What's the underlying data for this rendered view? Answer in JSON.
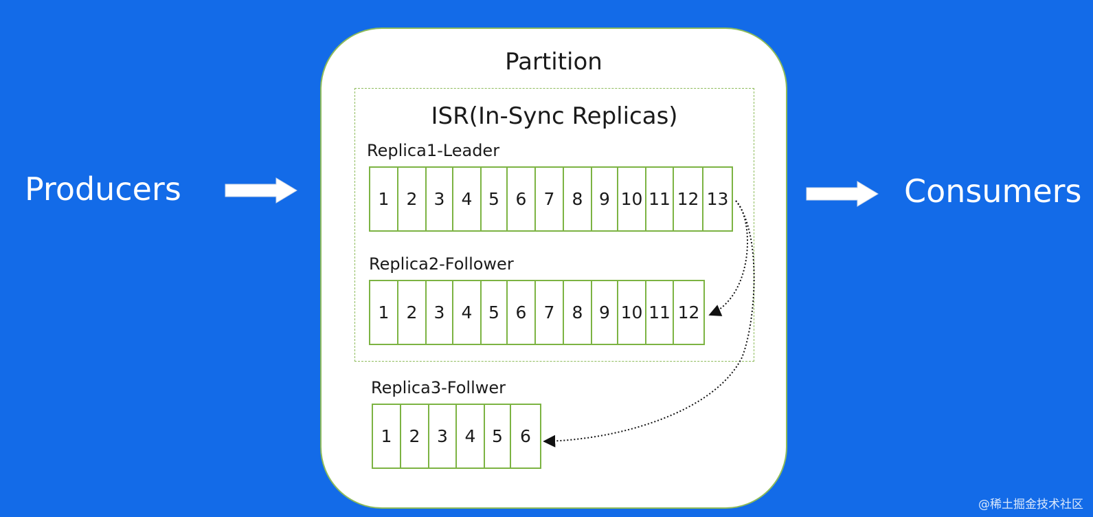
{
  "producers": "Producers",
  "consumers": "Consumers",
  "partition": {
    "title": "Partition"
  },
  "isr": {
    "title": "ISR(In-Sync Replicas)"
  },
  "replicas": [
    {
      "label": "Replica1-Leader",
      "cells": [
        "1",
        "2",
        "3",
        "4",
        "5",
        "6",
        "7",
        "8",
        "9",
        "10",
        "11",
        "12",
        "13"
      ]
    },
    {
      "label": "Replica2-Follower",
      "cells": [
        "1",
        "2",
        "3",
        "4",
        "5",
        "6",
        "7",
        "8",
        "9",
        "10",
        "11",
        "12"
      ]
    },
    {
      "label": "Replica3-Follwer",
      "cells": [
        "1",
        "2",
        "3",
        "4",
        "5",
        "6"
      ]
    }
  ],
  "watermark": "@稀土掘金技术社区",
  "colors": {
    "background": "#136BE8",
    "partition_border": "#8DBB5A",
    "cell_border": "#7CB342"
  }
}
